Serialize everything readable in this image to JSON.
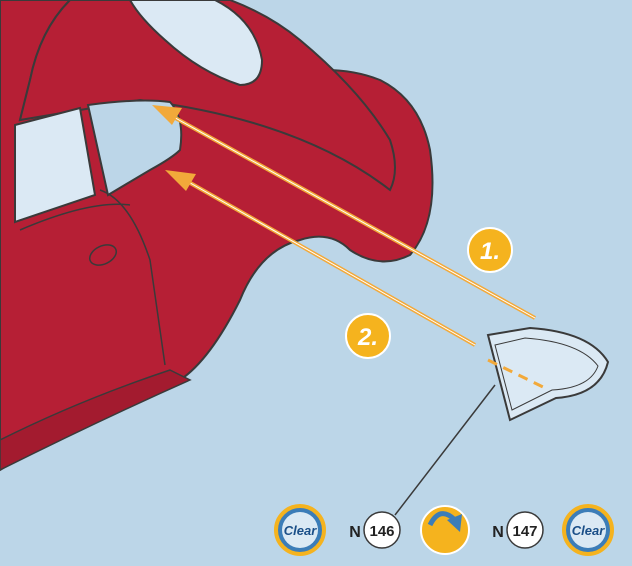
{
  "colors": {
    "background": "#bcd6e8",
    "body": "#b61f35",
    "glass": "#dbe9f4",
    "arrow": "#f2a93a",
    "badge": "#f5b31e",
    "outline": "#3a3a3a"
  },
  "steps": [
    {
      "label": "1."
    },
    {
      "label": "2."
    }
  ],
  "parts": {
    "first": {
      "prefix": "N",
      "number": "146"
    },
    "second": {
      "prefix": "N",
      "number": "147"
    }
  },
  "badges": {
    "clear_left": "Clear",
    "clear_right": "Clear",
    "flip_icon": "rotate-arrow-icon"
  }
}
